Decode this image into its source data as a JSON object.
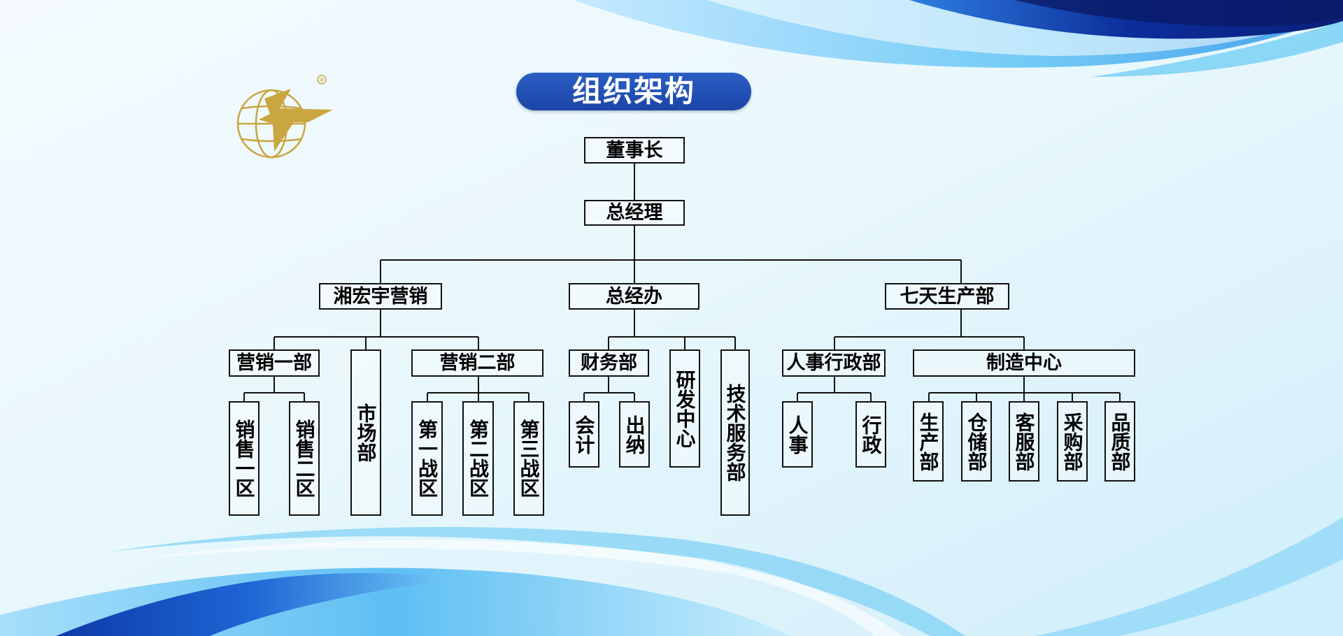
{
  "title": "组织架构",
  "colors": {
    "title_bg": "#1c45a8",
    "logo_gold": "#c9a640",
    "line": "#111111"
  },
  "logo": {
    "icon": "globe-bird-logo-icon",
    "mark": "®"
  },
  "org": {
    "chairman": "董事长",
    "general_manager": "总经理",
    "divisions": {
      "marketing": {
        "label": "湘宏宇营销",
        "sales1": {
          "label": "营销一部",
          "children": [
            "销售一区",
            "销售二区"
          ]
        },
        "market": "市场部",
        "sales2": {
          "label": "营销二部",
          "children": [
            "第一战区",
            "第二战区",
            "第三战区"
          ]
        }
      },
      "office": {
        "label": "总经办",
        "finance": {
          "label": "财务部",
          "children": [
            "会计",
            "出纳"
          ]
        },
        "rd": "研发中心",
        "tech": "技术服务部"
      },
      "production": {
        "label": "七天生产部",
        "hr": {
          "label": "人事行政部",
          "children": [
            "人事",
            "行政"
          ]
        },
        "manufacturing": {
          "label": "制造中心",
          "children": [
            "生产部",
            "仓储部",
            "客服部",
            "采购部",
            "品质部"
          ]
        }
      }
    }
  }
}
